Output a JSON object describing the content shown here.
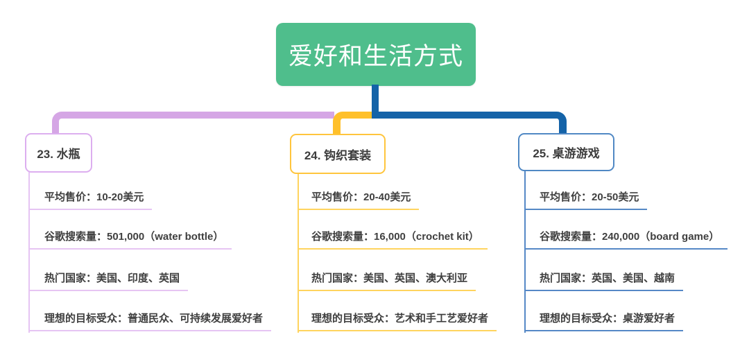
{
  "root": {
    "label": "爱好和生活方式",
    "bg_color": "#4FBE8C",
    "text_color": "#FFFFFF"
  },
  "branches": [
    {
      "id": "water-bottle",
      "label": "23. 水瓶",
      "accent_color": "#D5A6E5",
      "rows": [
        "平均售价：10-20美元",
        "谷歌搜索量：501,000（water bottle）",
        "热门国家：美国、印度、英国",
        "理想的目标受众：普通民众、可持续发展爱好者"
      ]
    },
    {
      "id": "crochet-kit",
      "label": "24. 钩织套装",
      "accent_color": "#FFC02A",
      "rows": [
        "平均售价：20-40美元",
        "谷歌搜索量：16,000（crochet kit）",
        "热门国家：美国、英国、澳大利亚",
        "理想的目标受众：艺术和手工艺爱好者"
      ]
    },
    {
      "id": "board-games",
      "label": "25. 桌游游戏",
      "accent_color": "#1463A8",
      "rows": [
        "平均售价：20-50美元",
        "谷歌搜索量：240,000（board game）",
        "热门国家：英国、美国、越南",
        "理想的目标受众：桌游爱好者"
      ]
    }
  ]
}
